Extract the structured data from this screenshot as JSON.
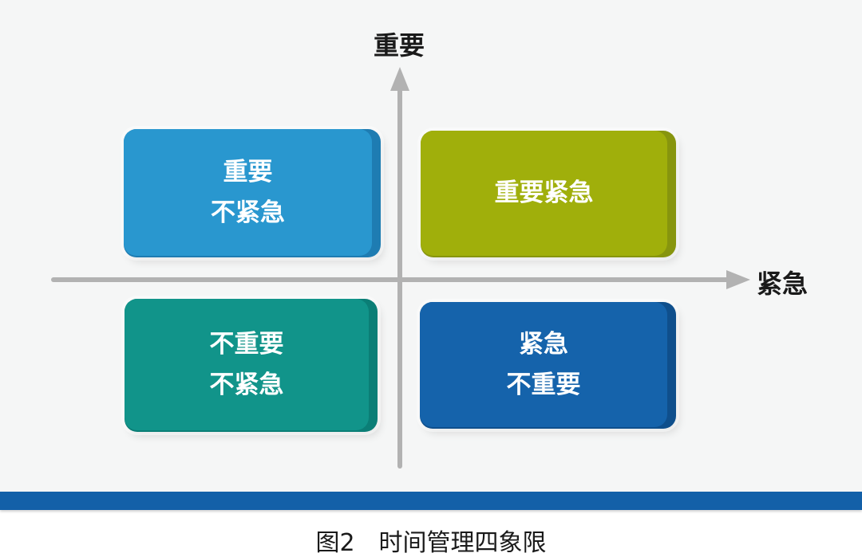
{
  "canvas": {
    "background": "#f5f6f6",
    "footer_background": "#ffffff"
  },
  "axes": {
    "color": "#b2b2b2",
    "label_color": "#1a1a1a",
    "y_axis_label": "重要",
    "x_axis_label": "紧急"
  },
  "quadrants": {
    "top_left": {
      "meaning": "important-not-urgent",
      "line1": "重要",
      "line2": "不紧急",
      "fill": "#2997cf",
      "edge": "#1e7cb2",
      "text_color": "#ffffff"
    },
    "top_right": {
      "meaning": "important-urgent",
      "line1": "重要紧急",
      "fill": "#a0af0b",
      "edge": "#87950e",
      "text_color": "#ffffff"
    },
    "bottom_left": {
      "meaning": "not-important-not-urgent",
      "line1": "不重要",
      "line2": "不紧急",
      "fill": "#11948a",
      "edge": "#0b7e76",
      "text_color": "#ffffff"
    },
    "bottom_right": {
      "meaning": "urgent-not-important",
      "line1": "紧急",
      "line2": "不重要",
      "fill": "#1563ab",
      "edge": "#0f4f8c",
      "text_color": "#ffffff"
    }
  },
  "footer": {
    "bar_color": "#1360a8",
    "caption": "图2　时间管理四象限",
    "caption_color": "#1a1a1a"
  }
}
